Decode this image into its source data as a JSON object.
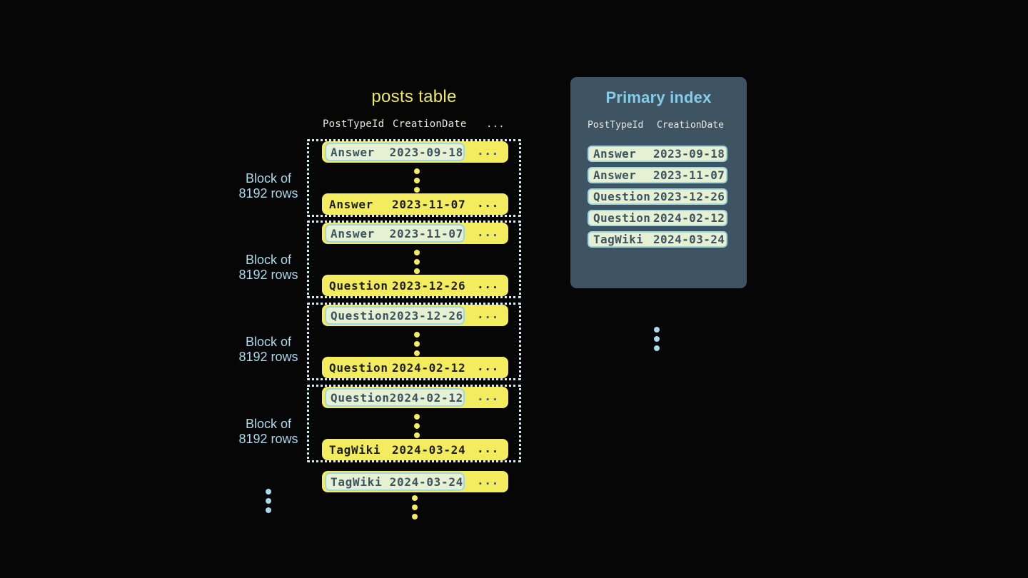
{
  "colors": {
    "background": "#060606",
    "yellow": "#f3ec5f",
    "yellow_text": "#f0e95f",
    "dark_text": "#1d1d1a",
    "slate_text": "#3c5361",
    "green_bg": "#e6f1d3",
    "green_border": "#a0d6e5",
    "panel_bg": "#3f5463",
    "panel_title": "#85cce9",
    "light_blue": "#a8d9ea",
    "header_text": "#e8eae3",
    "dotted_border": "#d5eef6"
  },
  "posts_table": {
    "title": "posts table",
    "headers": {
      "col1": "PostTypeId",
      "col2": "CreationDate",
      "more": "..."
    },
    "block_label": {
      "line1": "Block of",
      "line2": "8192 rows"
    },
    "row_ellipsis": "...",
    "blocks": [
      {
        "first": {
          "type": "Answer",
          "date": "2023-09-18"
        },
        "last": {
          "type": "Answer",
          "date": "2023-11-07"
        }
      },
      {
        "first": {
          "type": "Answer",
          "date": "2023-11-07"
        },
        "last": {
          "type": "Question",
          "date": "2023-12-26"
        }
      },
      {
        "first": {
          "type": "Question",
          "date": "2023-12-26"
        },
        "last": {
          "type": "Question",
          "date": "2024-02-12"
        }
      },
      {
        "first": {
          "type": "Question",
          "date": "2024-02-12"
        },
        "last": {
          "type": "TagWiki",
          "date": "2024-03-24"
        }
      }
    ],
    "overflow_row": {
      "type": "TagWiki",
      "date": "2024-03-24"
    }
  },
  "primary_index": {
    "title": "Primary index",
    "headers": {
      "col1": "PostTypeId",
      "col2": "CreationDate"
    },
    "rows": [
      {
        "type": "Answer",
        "date": "2023-09-18"
      },
      {
        "type": "Answer",
        "date": "2023-11-07"
      },
      {
        "type": "Question",
        "date": "2023-12-26"
      },
      {
        "type": "Question",
        "date": "2024-02-12"
      },
      {
        "type": "TagWiki",
        "date": "2024-03-24"
      }
    ]
  }
}
